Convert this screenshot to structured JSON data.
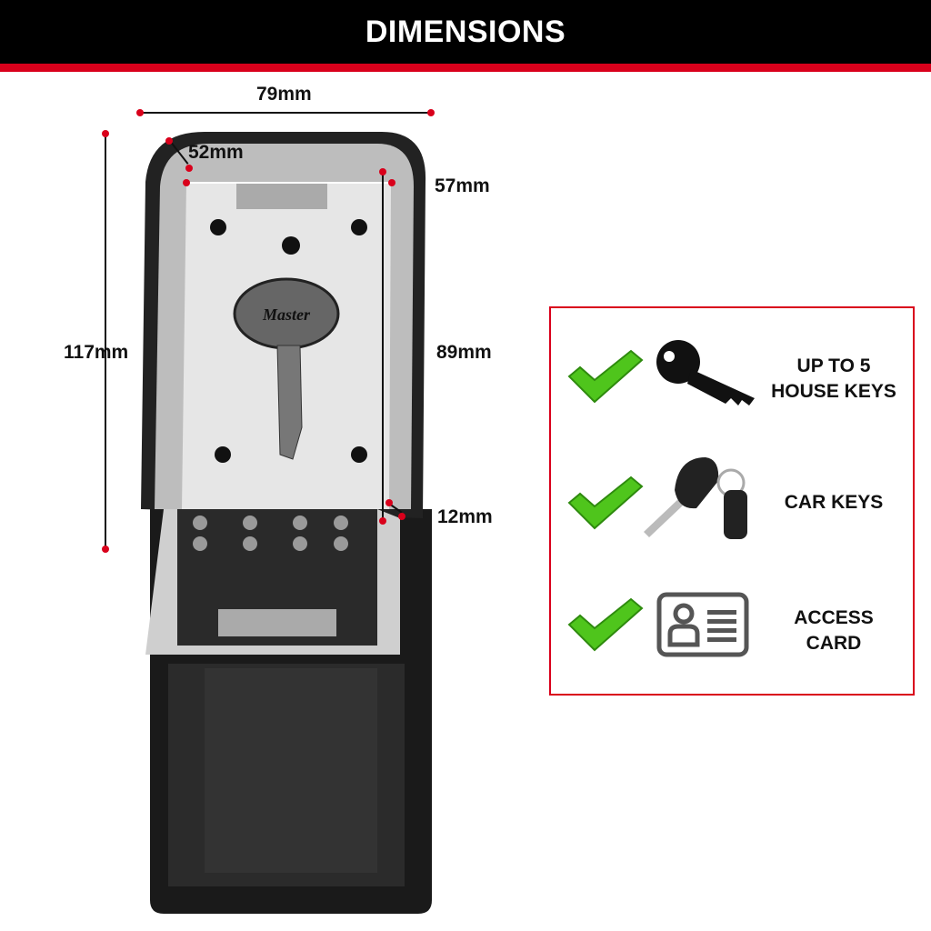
{
  "header": {
    "title": "DIMENSIONS"
  },
  "dimensions": {
    "width": "79mm",
    "depth": "52mm",
    "inner_width": "57mm",
    "height": "117mm",
    "inner_height": "89mm",
    "slot": "12mm"
  },
  "features": [
    {
      "label_line1": "UP TO 5",
      "label_line2": "HOUSE KEYS",
      "icon": "house-key-icon"
    },
    {
      "label_line1": "CAR KEYS",
      "label_line2": "",
      "icon": "car-key-icon"
    },
    {
      "label_line1": "ACCESS",
      "label_line2": "CARD",
      "icon": "id-card-icon"
    }
  ],
  "product": {
    "brand_tag": "Master"
  },
  "colors": {
    "accent": "#d9001b",
    "header": "#000000",
    "check": "#4fc51c"
  }
}
